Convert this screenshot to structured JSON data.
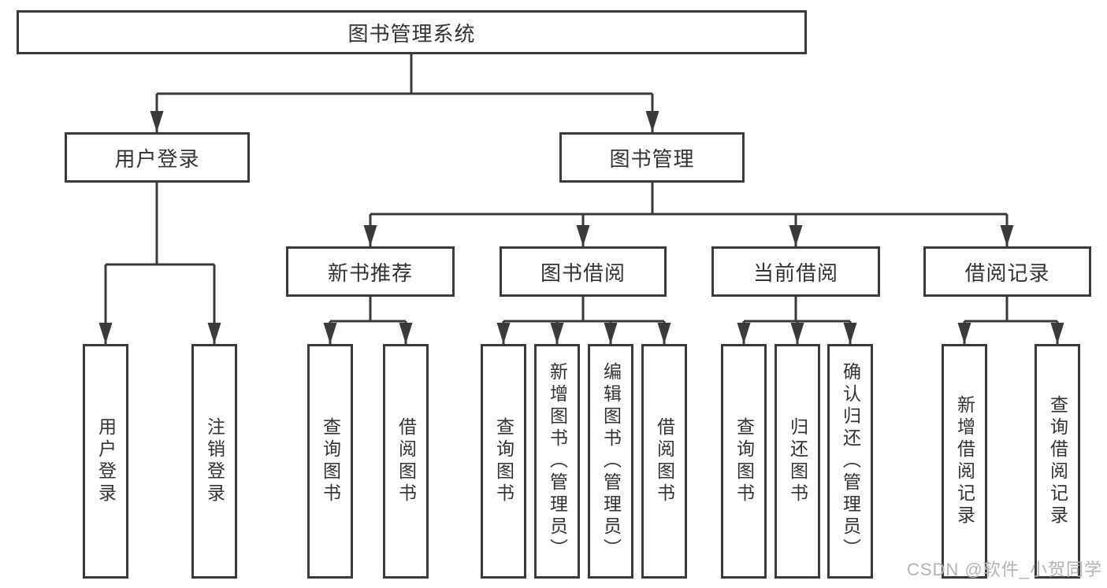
{
  "diagram": {
    "type": "hierarchy-tree",
    "colors": {
      "line": "#3a3a3c",
      "text": "#333333",
      "watermark": "#b3b3b3",
      "background": "#ffffff"
    },
    "root": {
      "label": "图书管理系统",
      "children": [
        {
          "label": "用户登录",
          "children": [
            {
              "label": "用户登录"
            },
            {
              "label": "注销登录"
            }
          ]
        },
        {
          "label": "图书管理",
          "children": [
            {
              "label": "新书推荐",
              "children": [
                {
                  "label": "查询图书"
                },
                {
                  "label": "借阅图书"
                }
              ]
            },
            {
              "label": "图书借阅",
              "children": [
                {
                  "label": "查询图书"
                },
                {
                  "label": "新增图书（管理员）"
                },
                {
                  "label": "编辑图书（管理员）"
                },
                {
                  "label": "借阅图书"
                }
              ]
            },
            {
              "label": "当前借阅",
              "children": [
                {
                  "label": "查询图书"
                },
                {
                  "label": "归还图书"
                },
                {
                  "label": "确认归还（管理员）"
                }
              ]
            },
            {
              "label": "借阅记录",
              "children": [
                {
                  "label": "新增借阅记录"
                },
                {
                  "label": "查询借阅记录"
                }
              ]
            }
          ]
        }
      ]
    },
    "watermark": "CSDN @软件_小贺同学"
  }
}
